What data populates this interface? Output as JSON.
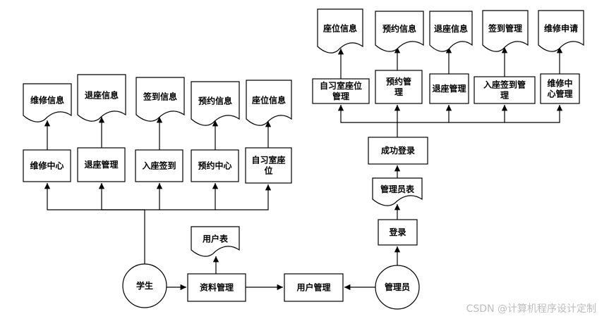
{
  "diagram": {
    "nodes": {
      "student": {
        "label": "学生",
        "shape": "circle"
      },
      "admin": {
        "label": "管理员",
        "shape": "circle"
      },
      "profile_mgmt": {
        "label": "资料管理",
        "shape": "process"
      },
      "user_mgmt": {
        "label": "用户管理",
        "shape": "process"
      },
      "user_table": {
        "label": "用户表",
        "shape": "document"
      },
      "repair_center": {
        "label": "维修中心",
        "shape": "process"
      },
      "leave_mgmt": {
        "label": "退座管理",
        "shape": "process"
      },
      "checkin": {
        "label": "入座签到",
        "shape": "process"
      },
      "booking_center": {
        "label": "预约中心",
        "shape": "process"
      },
      "study_seat": {
        "label": [
          "自习室座",
          "位"
        ],
        "shape": "process"
      },
      "repair_info_l": {
        "label": "维修信息",
        "shape": "document"
      },
      "leave_info_l": {
        "label": "退座信息",
        "shape": "document"
      },
      "checkin_info_l": {
        "label": "签到信息",
        "shape": "document"
      },
      "booking_info_l": {
        "label": "预约信息",
        "shape": "document"
      },
      "seat_info_l": {
        "label": "座位信息",
        "shape": "document"
      },
      "login": {
        "label": "登录",
        "shape": "process"
      },
      "admin_table": {
        "label": "管理员表",
        "shape": "document"
      },
      "login_ok": {
        "label": "成功登录",
        "shape": "process"
      },
      "seat_mgmt": {
        "label": [
          "自习室座位",
          "管理"
        ],
        "shape": "process"
      },
      "booking_mgmt": {
        "label": [
          "预约管",
          "理"
        ],
        "shape": "process"
      },
      "leave_mgmt_r": {
        "label": "退座管理",
        "shape": "process"
      },
      "checkin_mgmt": {
        "label": [
          "入座签到管",
          "理"
        ],
        "shape": "process"
      },
      "repair_center_mgmt": {
        "label": [
          "维修中",
          "心管理"
        ],
        "shape": "process"
      },
      "seat_info_r": {
        "label": "座位信息",
        "shape": "document"
      },
      "booking_info_r": {
        "label": "预约信息",
        "shape": "document"
      },
      "leave_info_r": {
        "label": "退座信息",
        "shape": "document"
      },
      "checkin_mgmt_doc": {
        "label": "签到管理",
        "shape": "document"
      },
      "repair_request": {
        "label": "维修申请",
        "shape": "document"
      }
    },
    "edges": [
      {
        "from": "student",
        "to": "repair_center"
      },
      {
        "from": "student",
        "to": "leave_mgmt"
      },
      {
        "from": "student",
        "to": "checkin"
      },
      {
        "from": "student",
        "to": "booking_center"
      },
      {
        "from": "student",
        "to": "study_seat"
      },
      {
        "from": "repair_center",
        "to": "repair_info_l"
      },
      {
        "from": "leave_mgmt",
        "to": "leave_info_l"
      },
      {
        "from": "checkin",
        "to": "checkin_info_l"
      },
      {
        "from": "booking_center",
        "to": "booking_info_l"
      },
      {
        "from": "study_seat",
        "to": "seat_info_l"
      },
      {
        "from": "student",
        "to": "profile_mgmt"
      },
      {
        "from": "profile_mgmt",
        "to": "user_table"
      },
      {
        "from": "profile_mgmt",
        "to": "user_mgmt"
      },
      {
        "from": "admin",
        "to": "user_mgmt"
      },
      {
        "from": "admin",
        "to": "login"
      },
      {
        "from": "login",
        "to": "admin_table"
      },
      {
        "from": "admin_table",
        "to": "login_ok"
      },
      {
        "from": "login_ok",
        "to": "seat_mgmt"
      },
      {
        "from": "login_ok",
        "to": "booking_mgmt"
      },
      {
        "from": "login_ok",
        "to": "leave_mgmt_r"
      },
      {
        "from": "login_ok",
        "to": "checkin_mgmt"
      },
      {
        "from": "login_ok",
        "to": "repair_center_mgmt"
      },
      {
        "from": "seat_mgmt",
        "to": "seat_info_r"
      },
      {
        "from": "booking_mgmt",
        "to": "booking_info_r"
      },
      {
        "from": "leave_mgmt_r",
        "to": "leave_info_r"
      },
      {
        "from": "checkin_mgmt",
        "to": "checkin_mgmt_doc"
      },
      {
        "from": "repair_center_mgmt",
        "to": "repair_request"
      }
    ]
  },
  "watermark": "CSDN @计算机程序设计定制"
}
